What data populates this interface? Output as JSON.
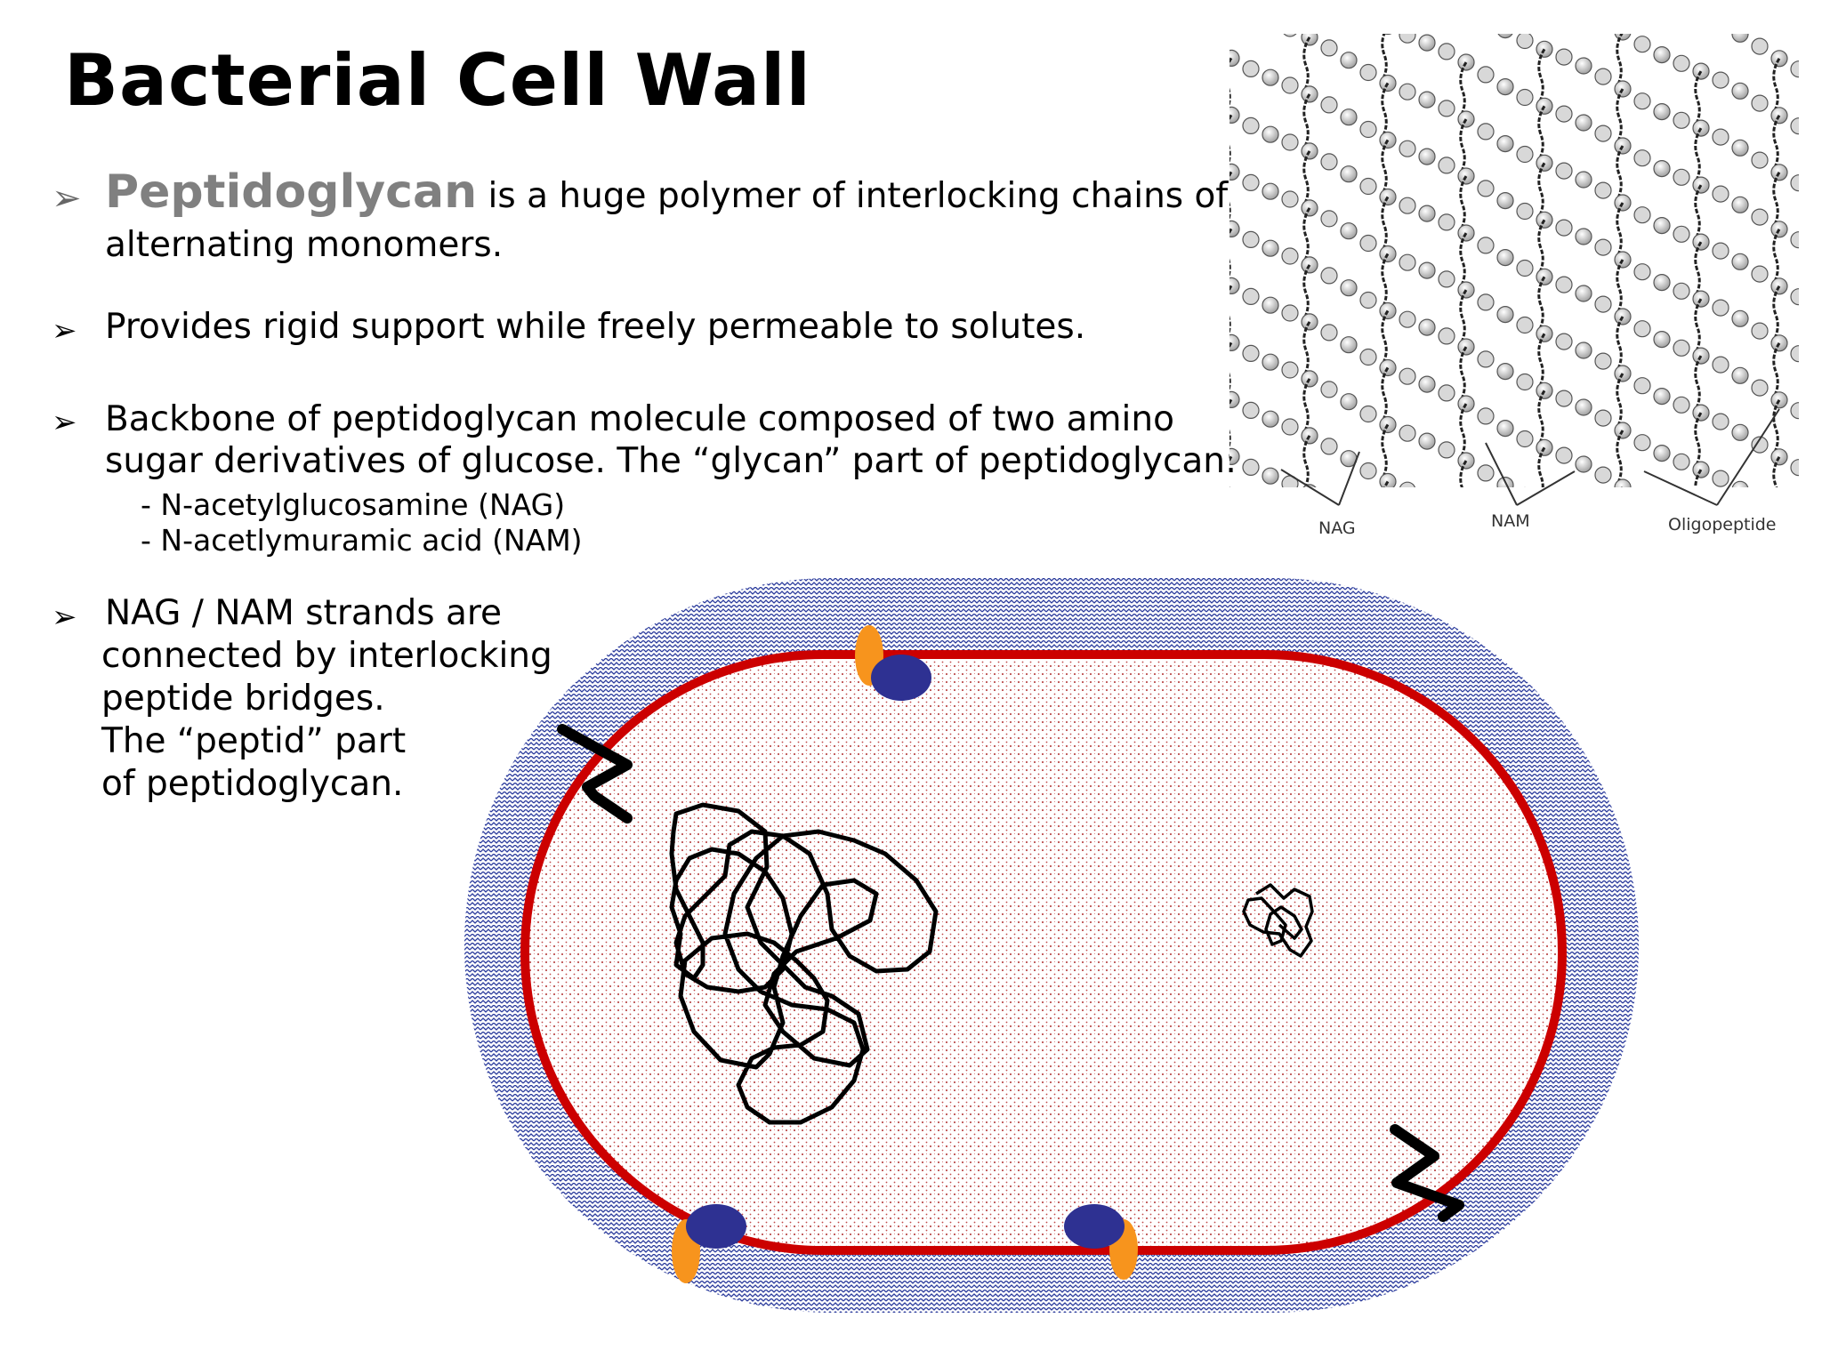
{
  "title": "Bacterial Cell Wall",
  "bullets": {
    "b1_highlight": "Peptidoglycan",
    "b1_rest_line1": "is a huge polymer of interlocking chains of",
    "b1_line2": "alternating monomers.",
    "b2": "Provides rigid support while freely permeable to solutes.",
    "b3_line1": "Backbone of peptidoglycan molecule composed of two amino",
    "b3_line2": "sugar derivatives of glucose. The “glycan” part of peptidoglycan:",
    "b3_sub1": "- N-acetylglucosamine (NAG)",
    "b3_sub2": "- N-acetlymuramic acid  (NAM)",
    "b4_line1": "NAG / NAM strands are",
    "b4_line2": "connected by interlocking",
    "b4_line3": "peptide bridges.",
    "b4_line4": "The “peptid” part",
    "b4_line5": "of peptidoglycan."
  },
  "lattice_labels": {
    "nag": "NAG",
    "nam": "NAM",
    "oligopeptide": "Oligopeptide"
  },
  "colors": {
    "membrane_red": "#cc0000",
    "wall_blue": "#2a3a9c",
    "protein_blue": "#2e3192",
    "protein_orange": "#f7941d",
    "highlight_gray": "#808080"
  },
  "icons": {
    "bullet": "arrowhead-bullet-icon"
  }
}
